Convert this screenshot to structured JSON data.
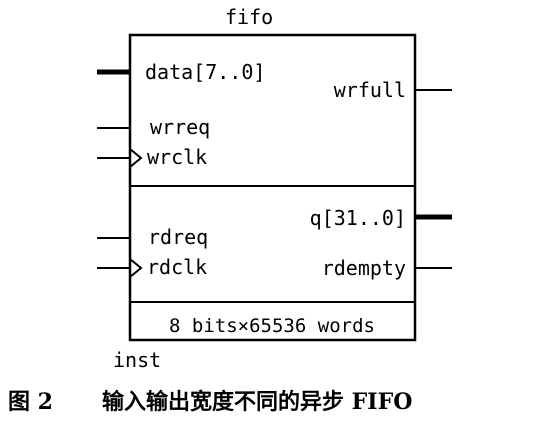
{
  "symbol": {
    "title": "fifo",
    "instance": "inst"
  },
  "ports": {
    "data": "data[7..0]",
    "wrreq": "wrreq",
    "wrclk": "wrclk",
    "wrfull": "wrfull",
    "rdreq": "rdreq",
    "rdclk": "rdclk",
    "q": "q[31..0]",
    "rdempty": "rdempty"
  },
  "footer": "8 bits×65536 words",
  "caption": {
    "figure_number": "图 2",
    "text": "输入输出宽度不同的异步 FIFO"
  }
}
